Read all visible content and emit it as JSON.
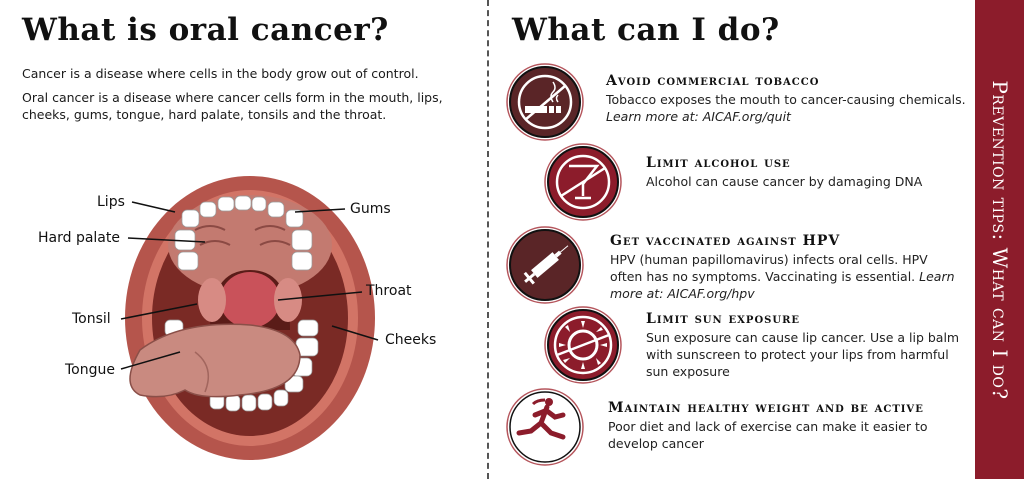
{
  "left": {
    "title": "What is oral cancer?",
    "intro": [
      "Cancer is a disease where cells in the body grow out of control.",
      "Oral cancer is a disease where cancer cells form in the mouth, lips, cheeks, gums, tongue, hard palate, tonsils and the throat."
    ],
    "labels": {
      "lips": "Lips",
      "hard_palate": "Hard palate",
      "tonsil": "Tonsil",
      "tongue": "Tongue",
      "gums": "Gums",
      "throat": "Throat",
      "cheeks": "Cheeks"
    }
  },
  "right": {
    "title": "What can I do?",
    "tips": [
      {
        "icon": "no-tobacco-icon",
        "heading": "Avoid commercial tobacco",
        "text": "Tobacco exposes the mouth to cancer-causing chemicals.",
        "link": "Learn more at: AICAF.org/quit"
      },
      {
        "icon": "no-alcohol-icon",
        "heading": "Limit alcohol use",
        "text": "Alcohol can cause cancer by damaging DNA",
        "link": ""
      },
      {
        "icon": "syringe-icon",
        "heading": "Get vaccinated against HPV",
        "text": "HPV (human papillomavirus) infects oral cells. HPV often has no symptoms. Vaccinating is essential.",
        "link": "Learn more at: AICAF.org/hpv"
      },
      {
        "icon": "no-sun-icon",
        "heading": "Limit sun exposure",
        "text": "Sun exposure can cause lip cancer. Use a lip balm with sunscreen to protect your lips from harmful sun exposure",
        "link": ""
      },
      {
        "icon": "runner-icon",
        "heading": "Maintain healthy weight and be active",
        "text": "Poor diet and lack of exercise can make it easier to develop cancer",
        "link": ""
      }
    ]
  },
  "sidebar": {
    "text": "Prevention tips: What can I do?"
  },
  "colors": {
    "dark_brown": "#5a2527",
    "crimson": "#8c1c2b",
    "lip": "#b5554c",
    "mouth_inner": "#7a2a25",
    "tongue": "#c98a80"
  }
}
